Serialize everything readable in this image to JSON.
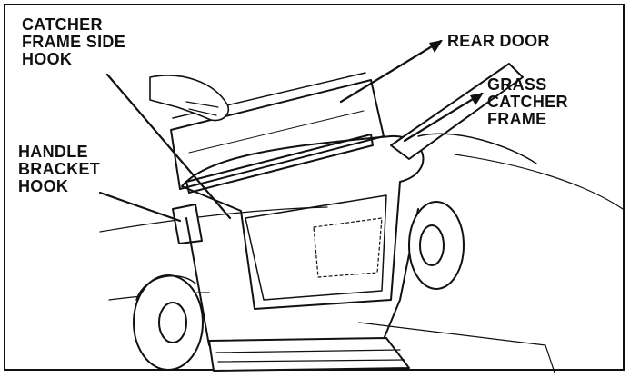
{
  "labels": {
    "catcher_frame_side_hook": [
      "CATCHER",
      "FRAME SIDE",
      "HOOK"
    ],
    "rear_door": [
      "REAR DOOR"
    ],
    "grass_catcher_frame": [
      "GRASS",
      "CATCHER",
      "FRAME"
    ],
    "handle_bracket_hook": [
      "HANDLE",
      "BRACKET",
      "HOOK"
    ]
  },
  "colors": {
    "ink": "#111111",
    "background": "#ffffff"
  }
}
